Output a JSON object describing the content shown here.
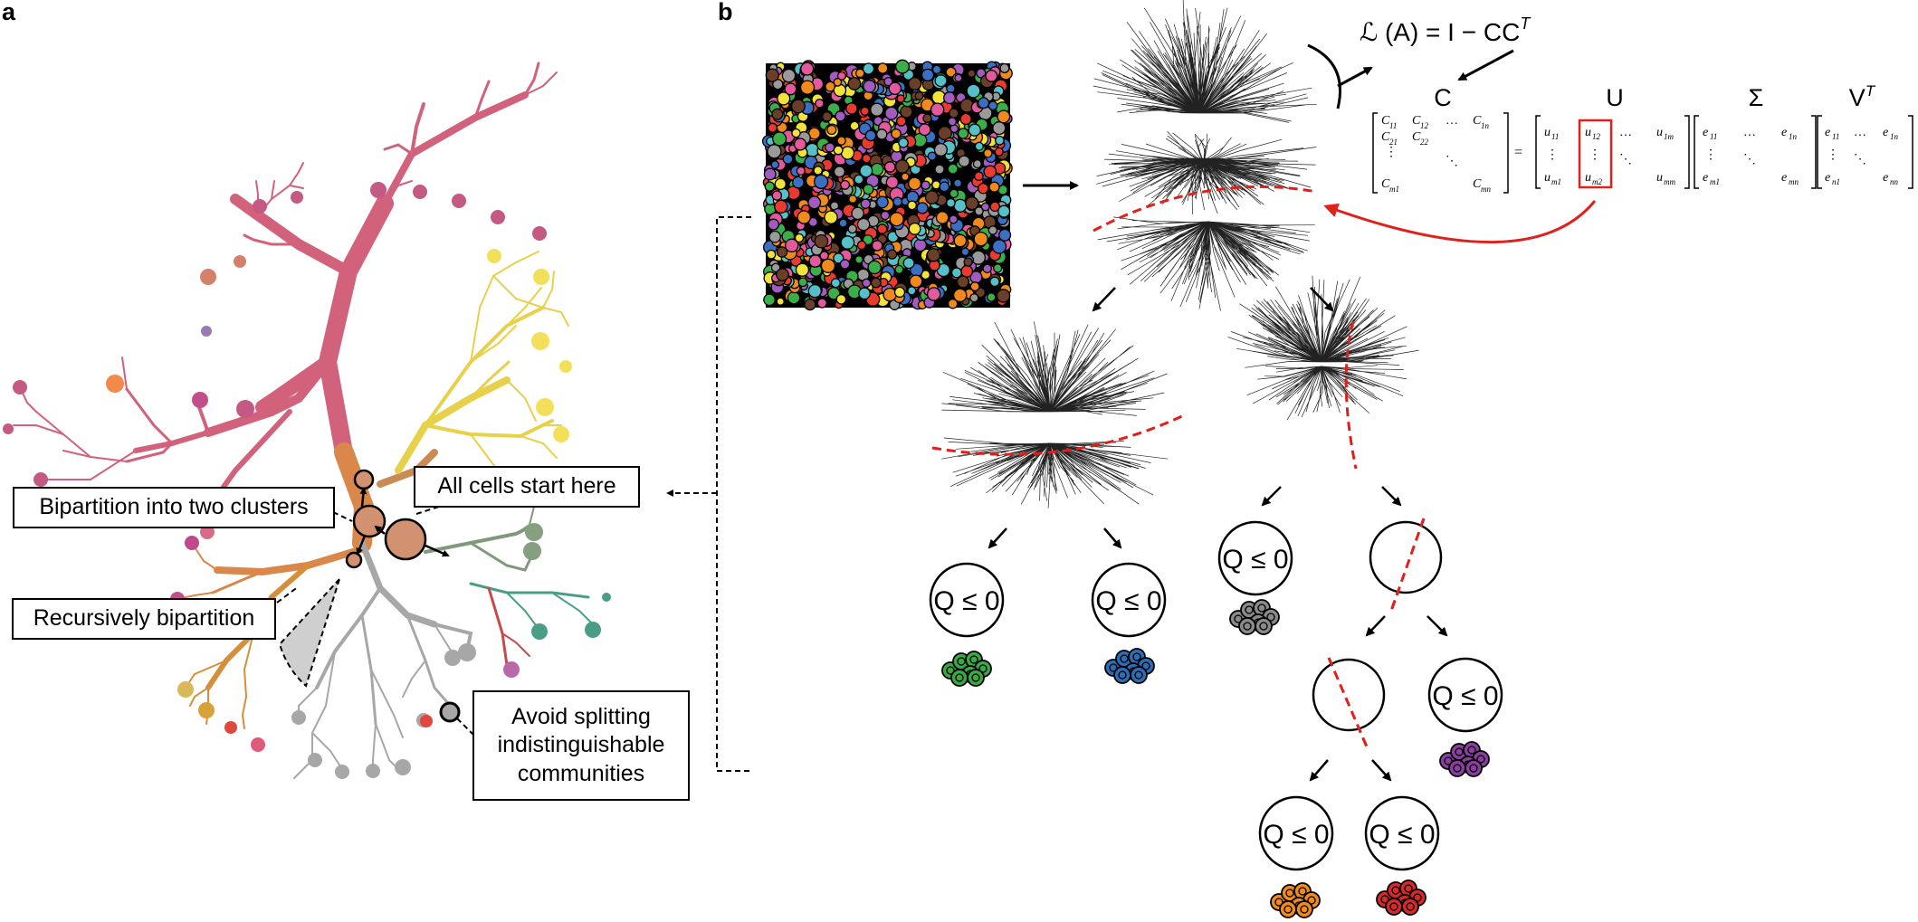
{
  "panels": {
    "a": "a",
    "b": "b"
  },
  "callouts": {
    "start": "All cells start here",
    "bipartition": "Bipartition into two clusters",
    "recursive": "Recursively bipartition",
    "avoid": "Avoid splitting indistinguishable communities"
  },
  "formula": {
    "lhs": "ℒ (A) = I − CC",
    "sup": "T"
  },
  "matrices": {
    "c": "C",
    "u": "U",
    "sigma": "Σ",
    "v": "V",
    "v_sup": "T"
  },
  "modularity_label": "Q ≤ 0",
  "leaf_colors": {
    "green": "#3aa845",
    "blue": "#2e6db4",
    "gray": "#8a8a8a",
    "purple": "#8a3fa0",
    "orange": "#f08a1c",
    "red": "#d62a2a"
  },
  "accent": {
    "cut_line": "#e0201b"
  }
}
